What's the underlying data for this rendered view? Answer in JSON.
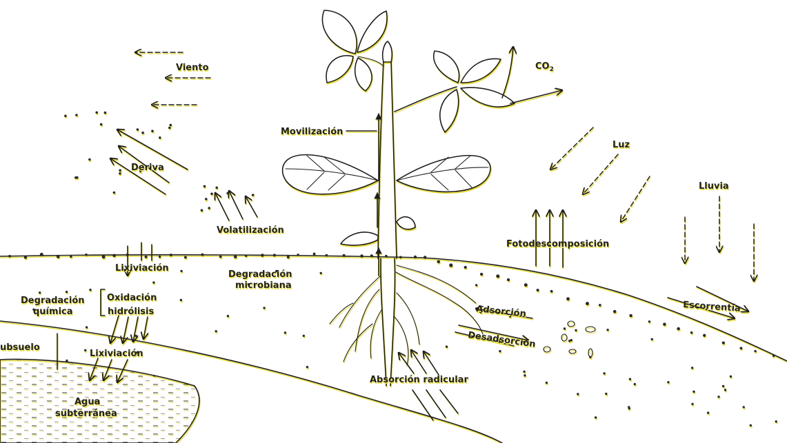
{
  "labels": {
    "wind": "Viento",
    "co2": "CO",
    "co2_sub": "2",
    "mobilization": "Movilización",
    "light": "Luz",
    "drift": "Deriva",
    "rain": "Lluvia",
    "volatilization": "Volatilización",
    "photodecomposition": "Fotodescomposición",
    "leaching_top": "Lixiviación",
    "microbial_degradation_1": "Degradación",
    "microbial_degradation_2": "microbiana",
    "chemical_degradation_1": "Degradación",
    "chemical_degradation_2": "química",
    "oxidation": "Oxidación",
    "hydrolysis": "hidrólisis",
    "adsorption": "Adsorción",
    "desorption": "Desadsorción",
    "runoff": "Escorrentía",
    "subsoil": "ubsuelo",
    "leaching_bottom": "Lixiviación",
    "root_absorption": "Absorción radicular",
    "groundwater_1": "Agua",
    "groundwater_2": "subterránea"
  },
  "colors": {
    "ink": "#1e1e1e",
    "highlight": "#e9df45",
    "background": "#ffffff"
  }
}
